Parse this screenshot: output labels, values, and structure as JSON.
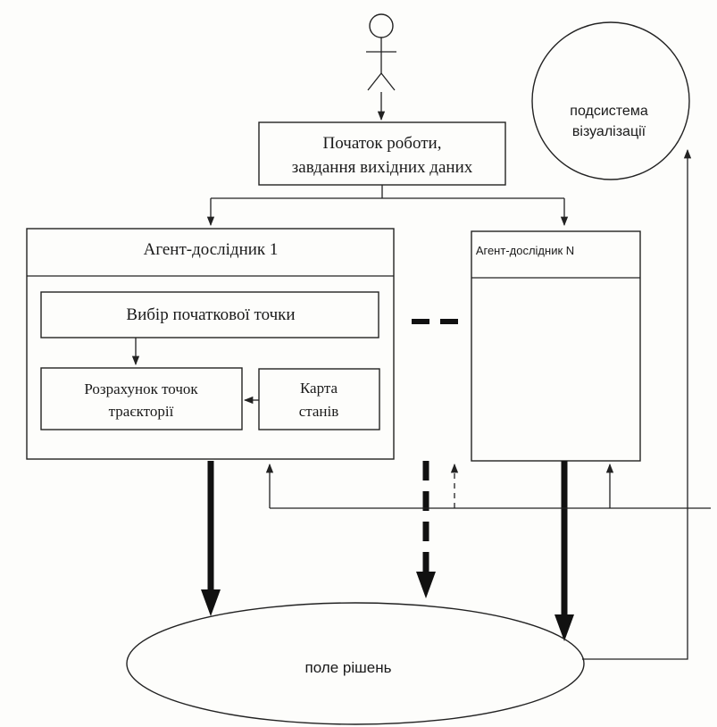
{
  "diagram": {
    "start_box": {
      "line1": "Початок роботи,",
      "line2": "завдання вихідних даних"
    },
    "agent_1": {
      "title": "Агент-дослідник 1",
      "start_point": "Вибір початкової точки",
      "trajectory_line1": "Розрахунок точок",
      "trajectory_line2": "траєкторії",
      "state_map_line1": "Карта",
      "state_map_line2": "станів"
    },
    "agent_n": {
      "title": "Агент-дослідник N"
    },
    "visualization": {
      "line1": "подсистема",
      "line2": "візуалізації"
    },
    "solution_field": "поле рішень"
  }
}
